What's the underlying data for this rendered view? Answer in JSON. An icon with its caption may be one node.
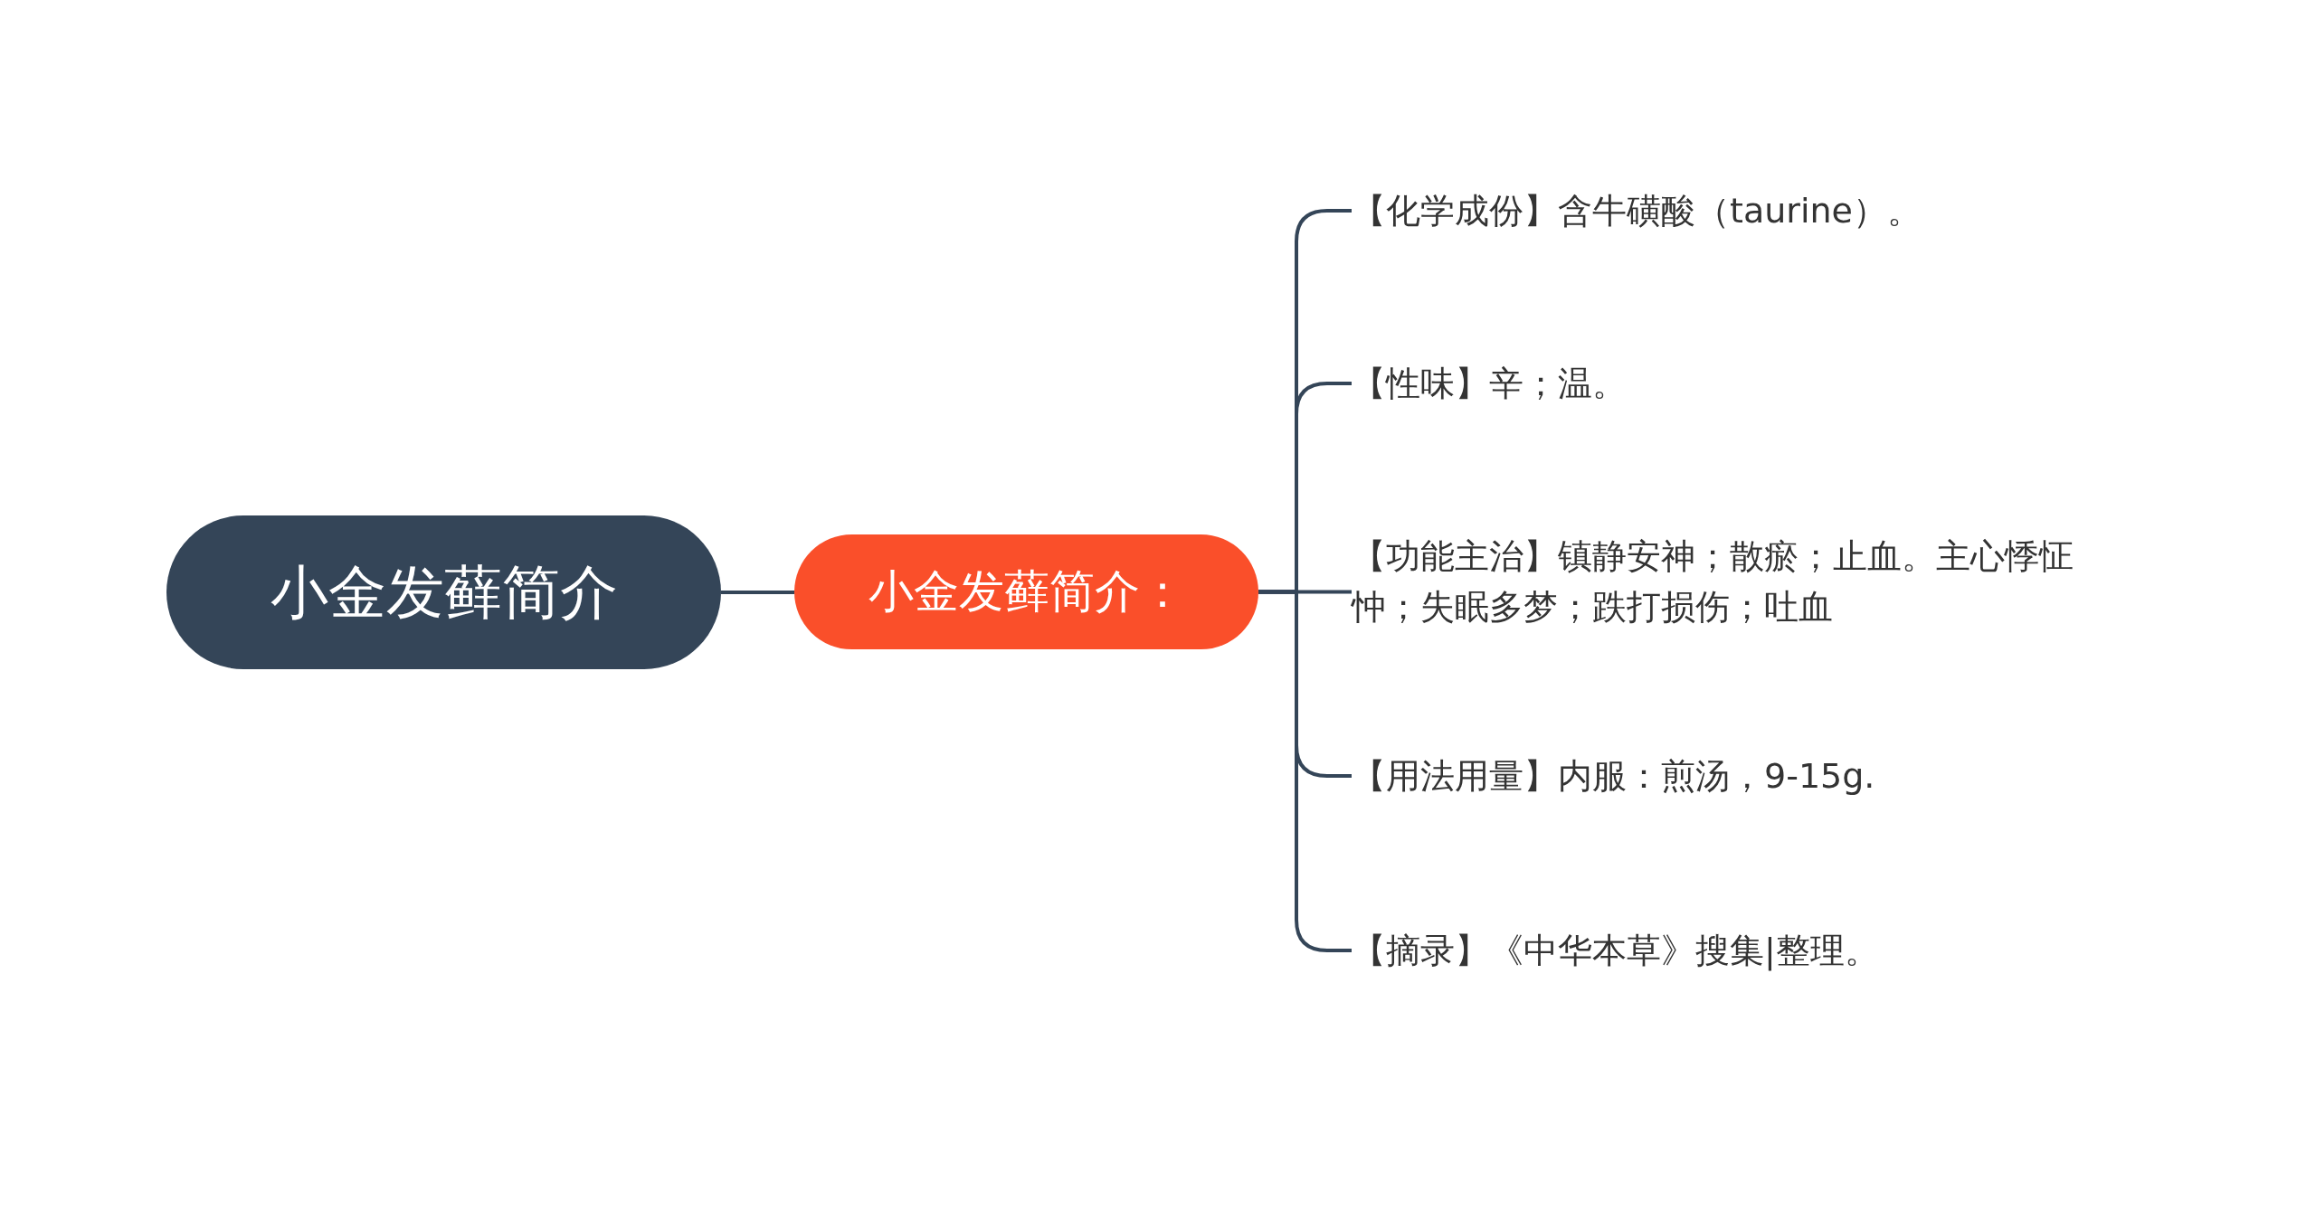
{
  "diagram": {
    "nodes": [
      {
        "text": [
          "小金发藓简介"
        ]
      },
      {
        "text": [
          "小金发藓简介："
        ]
      },
      {
        "text": [
          "【化学成份】含牛磺酸（taurine）。"
        ]
      },
      {
        "text": [
          "【性味】辛；温。"
        ]
      },
      {
        "text": [
          "【功能主治】镇静安神；散瘀；止血。主心悸怔忡；失眠多梦；跌打损伤；吐血"
        ]
      },
      {
        "text": [
          "【用法用量】内服：煎汤，9-15g."
        ]
      },
      {
        "text": [
          "【摘录】《中华本草》搜集|整理。"
        ]
      }
    ],
    "edges": [
      {
        "from": 0,
        "to": 1,
        "arrow": "none"
      },
      {
        "from": 1,
        "to": 2,
        "arrow": "none"
      },
      {
        "from": 1,
        "to": 3,
        "arrow": "none"
      },
      {
        "from": 1,
        "to": 4,
        "arrow": "none"
      },
      {
        "from": 1,
        "to": 5,
        "arrow": "none"
      },
      {
        "from": 1,
        "to": 6,
        "arrow": "none"
      }
    ]
  }
}
